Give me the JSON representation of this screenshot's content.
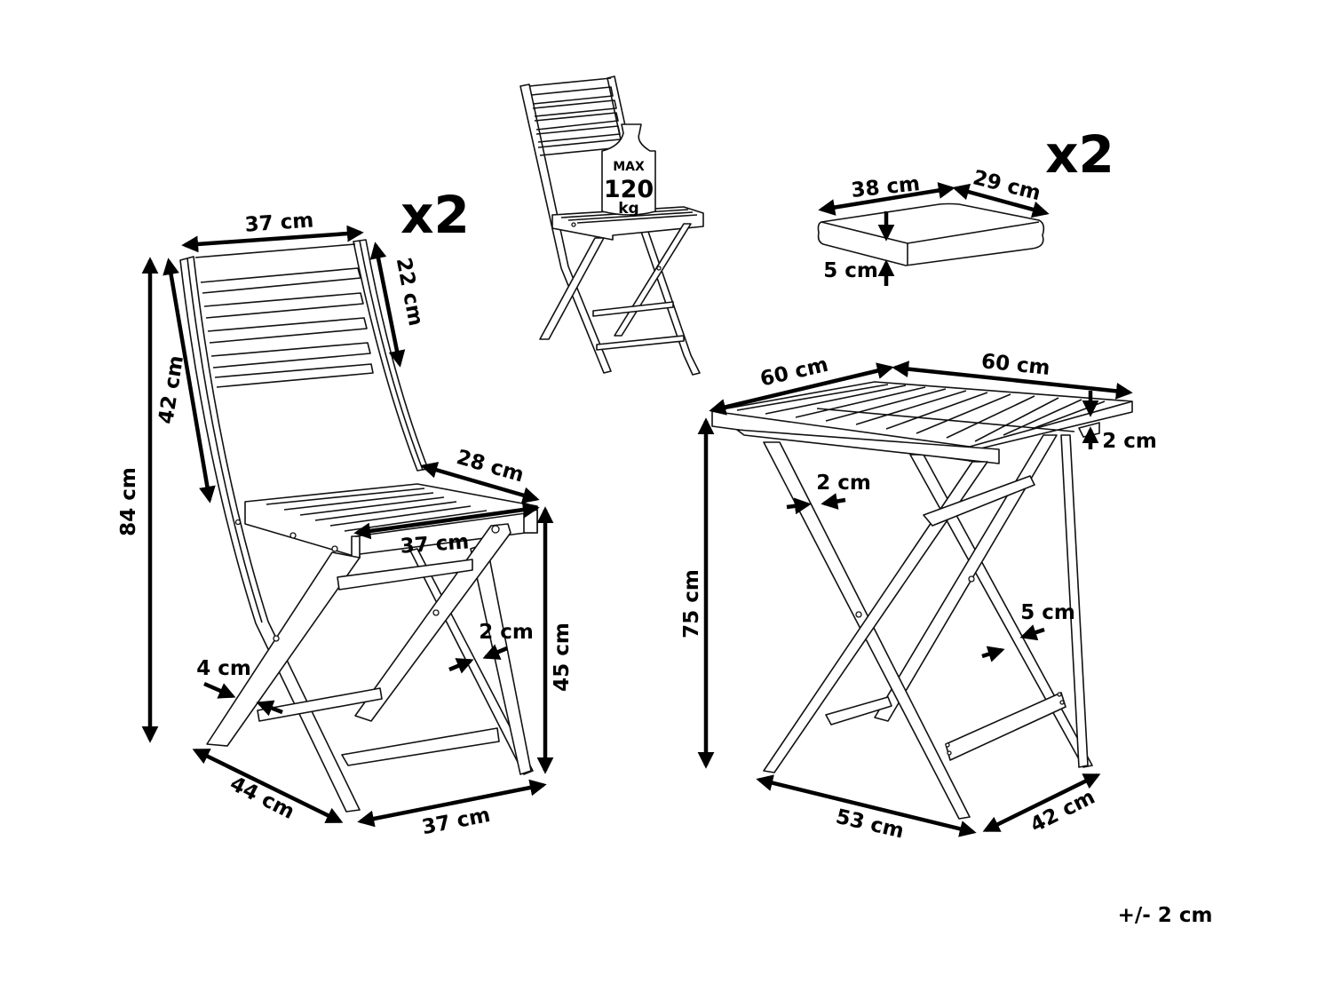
{
  "diagram": {
    "type": "furniture-dimension-drawing",
    "tolerance_note": "+/- 2 cm",
    "chair": {
      "quantity": "x2",
      "labels": {
        "back_width": "37 cm",
        "back_slat_height": "22 cm",
        "back_height": "42 cm",
        "total_height": "84 cm",
        "seat_depth": "28 cm",
        "seat_width": "37 cm",
        "leg_thickness": "2 cm",
        "leg_width": "4 cm",
        "seat_height": "45 cm",
        "depth": "44 cm",
        "base_width": "37 cm"
      }
    },
    "load_chair": {
      "weight_label_top": "MAX",
      "weight_value": "120",
      "weight_unit": "kg"
    },
    "cushion": {
      "quantity": "x2",
      "labels": {
        "width": "38 cm",
        "depth": "29 cm",
        "thickness": "5 cm"
      }
    },
    "table": {
      "labels": {
        "top_width_left": "60 cm",
        "top_width_right": "60 cm",
        "top_thickness": "2 cm",
        "leg_thickness": "2 cm",
        "height": "75 cm",
        "leg_width": "5 cm",
        "base_length": "53 cm",
        "base_width": "42 cm"
      }
    }
  }
}
